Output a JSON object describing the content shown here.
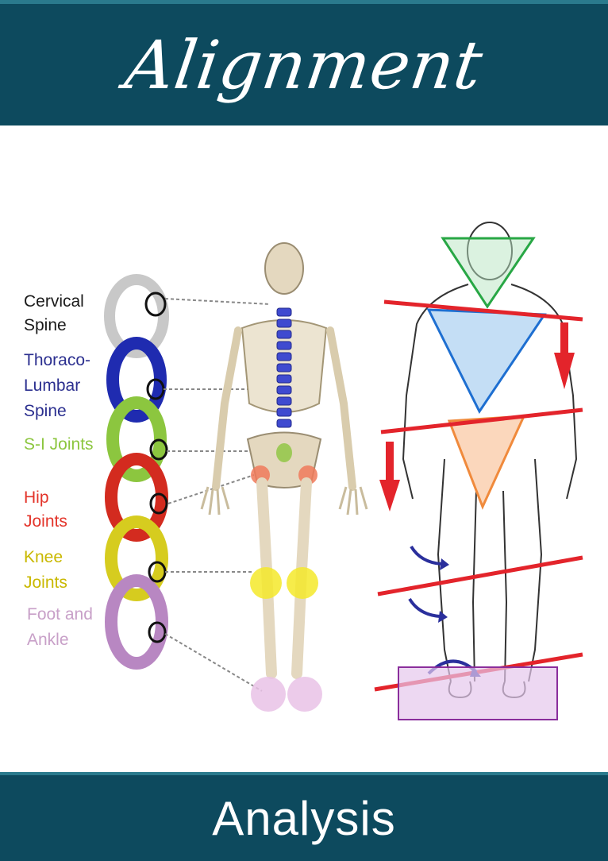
{
  "header": {
    "title": "Alignment"
  },
  "footer": {
    "subtitle": "Analysis"
  },
  "chain_labels": [
    {
      "line1": "Cervical",
      "line2": "Spine",
      "color": "#1a1a1a"
    },
    {
      "line1": "Thoraco-",
      "line2": "Lumbar",
      "line3": "Spine",
      "color": "#2b2f8f"
    },
    {
      "line1": "S-I Joints",
      "color": "#8cc63f"
    },
    {
      "line1": "Hip",
      "line2": "Joints",
      "color": "#e3342a"
    },
    {
      "line1": "Knee",
      "line2": "Joints",
      "color": "#c9b800"
    },
    {
      "line1": "Foot and",
      "line2": "Ankle",
      "color": "#c8a0c8"
    }
  ],
  "colors": {
    "banner": "#0d4a5e",
    "ring_cervical": "#c8c8c8",
    "ring_thoracolumbar": "#1f2bb0",
    "ring_si": "#8cc63f",
    "ring_hip": "#d32b1f",
    "ring_knee": "#d6cc1f",
    "ring_foot": "#b887c2",
    "red_line": "#e3242b",
    "green_triangle": "#28a745",
    "blue_triangle": "#1e6fd1",
    "orange_triangle": "#f08a3c",
    "purple_box": "#8a2e9c"
  }
}
